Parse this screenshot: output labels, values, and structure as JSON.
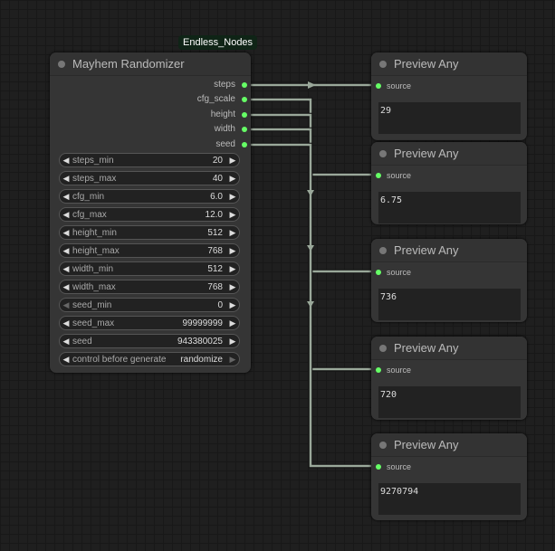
{
  "group_badge": "Endless_Nodes",
  "randomizer": {
    "title": "Mayhem Randomizer",
    "outputs": [
      "steps",
      "cfg_scale",
      "height",
      "width",
      "seed"
    ],
    "widgets": [
      {
        "label": "steps_min",
        "value": "20"
      },
      {
        "label": "steps_max",
        "value": "40"
      },
      {
        "label": "cfg_min",
        "value": "6.0"
      },
      {
        "label": "cfg_max",
        "value": "12.0"
      },
      {
        "label": "height_min",
        "value": "512"
      },
      {
        "label": "height_max",
        "value": "768"
      },
      {
        "label": "width_min",
        "value": "512"
      },
      {
        "label": "width_max",
        "value": "768"
      },
      {
        "label": "seed_min",
        "value": "0"
      },
      {
        "label": "seed_max",
        "value": "99999999"
      },
      {
        "label": "seed",
        "value": "943380025"
      },
      {
        "label": "control before generate",
        "value": "randomize"
      }
    ]
  },
  "previews": [
    {
      "title": "Preview Any",
      "input": "source",
      "value": "29"
    },
    {
      "title": "Preview Any",
      "input": "source",
      "value": "6.75"
    },
    {
      "title": "Preview Any",
      "input": "source",
      "value": "736"
    },
    {
      "title": "Preview Any",
      "input": "source",
      "value": "720"
    },
    {
      "title": "Preview Any",
      "input": "source",
      "value": "9270794"
    }
  ],
  "colors": {
    "slot": "#66ff66",
    "wire": "#9aa89a",
    "badge": "#0f2416"
  }
}
